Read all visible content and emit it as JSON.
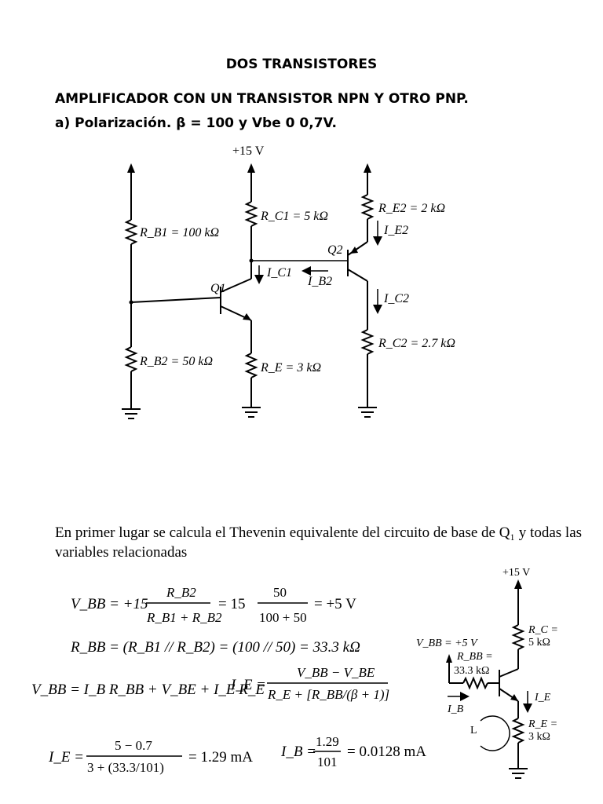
{
  "header": {
    "title": "DOS TRANSISTORES",
    "subtitle": "AMPLIFICADOR CON UN TRANSISTOR NPN Y OTRO PNP.",
    "section_a": "a) Polarización.  β = 100 y Vbe 0 0,7V."
  },
  "circuit1": {
    "supply": "+15 V",
    "rb1": "R_B1 = 100 kΩ",
    "rb2": "R_B2 = 50 kΩ",
    "rc1": "R_C1 = 5 kΩ",
    "re": "R_E = 3 kΩ",
    "re2": "R_E2 = 2 kΩ",
    "rc2": "R_C2 = 2.7 kΩ",
    "q1": "Q1",
    "q2": "Q2",
    "ic1": "I_C1",
    "ib2": "I_B2",
    "ie2": "I_E2",
    "ic2": "I_C2"
  },
  "body": {
    "thevenin_text": "En primer lugar se calcula el Thevenin equivalente del circuito de base de Q₁ y todas las variables relacionadas"
  },
  "equations": {
    "vbb": [
      "V_BB = +15",
      "R_B2",
      "R_B1 + R_B2",
      "= 15",
      "50",
      "100 + 50",
      "= +5 V"
    ],
    "rbb": "R_BB = (R_B1 // R_B2) = (100 // 50) = 33.3 kΩ",
    "kvl": "V_BB = I_B R_BB + V_BE + I_E R_E",
    "ie_formula": [
      "I_E =",
      "V_BB − V_BE",
      "R_E + [R_BB/(β + 1)]"
    ],
    "ie_value": [
      "I_E =",
      "5 − 0.7",
      "3 + (33.3/101)",
      "= 1.29 mA"
    ],
    "ib_value": [
      "I_B =",
      "1.29",
      "101",
      "= 0.0128 mA"
    ]
  },
  "circuit2": {
    "supply": "+15 V",
    "vbb": "V_BB = +5 V",
    "rbb": "R_BB =",
    "rbb_val": "33.3 kΩ",
    "rc": "R_C =",
    "rc_val": "5 kΩ",
    "ie": "I_E",
    "ib": "I_B",
    "loop": "L",
    "re": "R_E =",
    "re_val": "3 kΩ"
  }
}
